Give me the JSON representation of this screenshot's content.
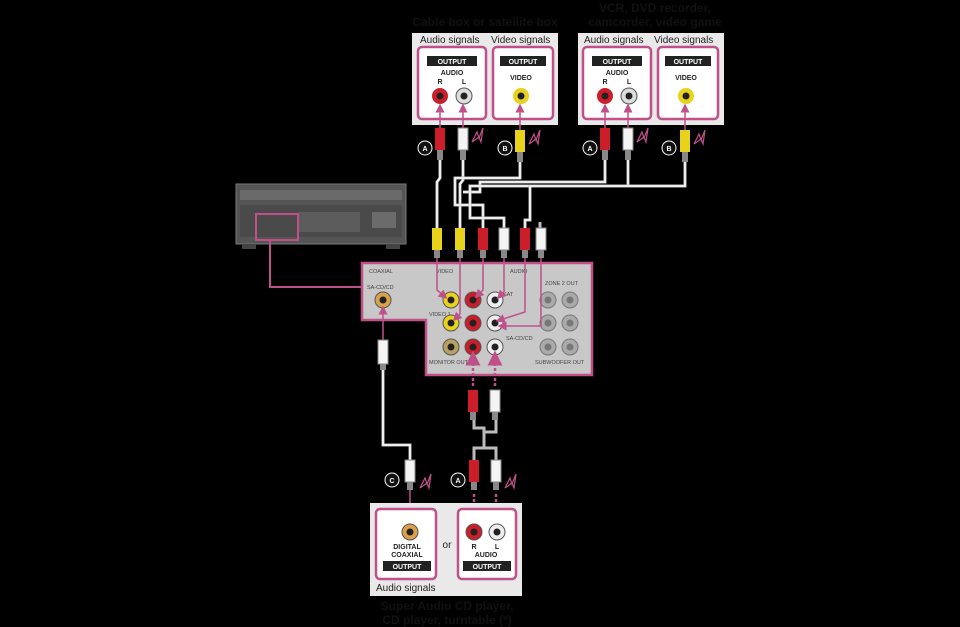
{
  "sources": {
    "cable": {
      "title": "Cable box or satellite box",
      "audio_signals": "Audio signals",
      "video_signals": "Video signals",
      "output": "OUTPUT",
      "audio": "AUDIO",
      "video": "VIDEO",
      "r": "R",
      "l": "L"
    },
    "vcr": {
      "title_line1": "VCR, DVD recorder,",
      "title_line2": "camcorder, video game",
      "audio_signals": "Audio signals",
      "video_signals": "Video signals",
      "output": "OUTPUT",
      "audio": "AUDIO",
      "video": "VIDEO",
      "r": "R",
      "l": "L"
    }
  },
  "receiver_panel": {
    "coaxial": "COAXIAL",
    "video": "VIDEO",
    "audio": "AUDIO",
    "sa_cd_cd": "SA-CD/CD",
    "video1": "VIDEO 1",
    "sat": "SAT",
    "sa_cd_cd_audio": "SA-CD/CD",
    "zone2_out": "ZONE 2 OUT",
    "subwoofer_out": "SUBWOOFER OUT",
    "monitor_out": "MONITOR OUT"
  },
  "badges": {
    "a": "A",
    "b": "B",
    "c": "C"
  },
  "bottom": {
    "audio_signals": "Audio signals",
    "or": "or",
    "digital_line1": "DIGITAL",
    "digital_line2": "COAXIAL",
    "output": "OUTPUT",
    "audio": "AUDIO",
    "r": "R",
    "l": "L",
    "title_line1": "Super Audio CD player,",
    "title_line2": "CD player, turntable (*)"
  },
  "colors": {
    "pink": "#c0508a",
    "red": "#cc1d2a",
    "yellow": "#e8d21c",
    "white": "#f4f4f4",
    "gray_panel": "#c8c8c8",
    "label_bg": "#e6e6e6"
  }
}
